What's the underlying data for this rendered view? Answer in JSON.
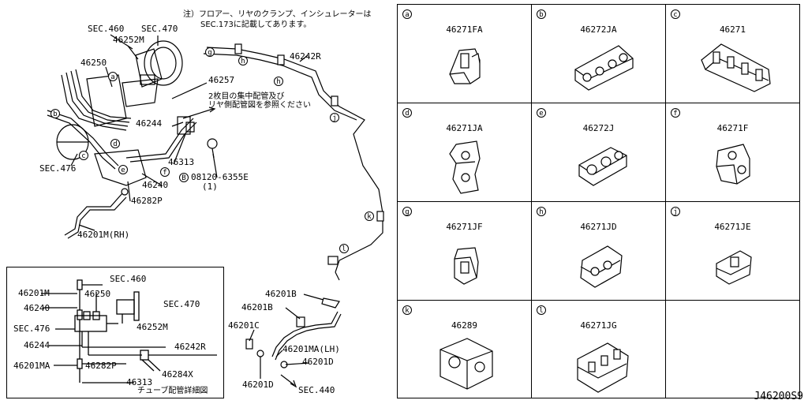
{
  "note": {
    "line1": "注）フロアー、リヤのクランプ、インシュレーターは",
    "line2": "SEC.173に記載してあります。"
  },
  "callout_note": {
    "line1": "2枚目の集中配管及び",
    "line2": "リヤ側配管図を参照ください"
  },
  "main_labels": {
    "sec460": "SEC.460",
    "p46252m": "46252M",
    "sec470": "SEC.470",
    "p46250": "46250",
    "p46257": "46257",
    "p46242r": "46242R",
    "p46244": "46244",
    "p46313": "46313",
    "bolt": "08120-6355E",
    "bolt_qty": "(1)",
    "p46240": "46240",
    "p46282p": "46282P",
    "sec476": "SEC.476",
    "p46201m_rh": "46201M(RH)",
    "p46201b_a": "46201B",
    "p46201b_b": "46201B",
    "p46201c": "46201C",
    "p46201ma_lh": "46201MA(LH)",
    "p46201d_a": "46201D",
    "p46201d_b": "46201D",
    "sec440": "SEC.440"
  },
  "main_markers": {
    "a": "a",
    "b": "b",
    "c": "c",
    "d": "d",
    "e": "e",
    "f": "f",
    "g": "g",
    "h1": "h",
    "h2": "h",
    "j": "j",
    "k": "k",
    "l": "l",
    "B": "B"
  },
  "inset": {
    "p46201m": "46201M",
    "sec460": "SEC.460",
    "p46250": "46250",
    "p46240": "46240",
    "sec470": "SEC.470",
    "sec476": "SEC.476",
    "p46252m": "46252M",
    "p46244": "46244",
    "p46242r": "46242R",
    "p46201ma": "46201MA",
    "p46282p": "46282P",
    "p46284x": "46284X",
    "p46313": "46313",
    "caption": "チューブ配管詳細図"
  },
  "parts": [
    {
      "marker": "a",
      "part": "46271FA"
    },
    {
      "marker": "b",
      "part": "46272JA"
    },
    {
      "marker": "c",
      "part": "46271"
    },
    {
      "marker": "d",
      "part": "46271JA"
    },
    {
      "marker": "e",
      "part": "46272J"
    },
    {
      "marker": "f",
      "part": "46271F"
    },
    {
      "marker": "g",
      "part": "46271JF"
    },
    {
      "marker": "h",
      "part": "46271JD"
    },
    {
      "marker": "j",
      "part": "46271JE"
    },
    {
      "marker": "k",
      "part": "46289"
    },
    {
      "marker": "l",
      "part": "46271JG"
    }
  ],
  "diagram_ref": "J46200S9"
}
